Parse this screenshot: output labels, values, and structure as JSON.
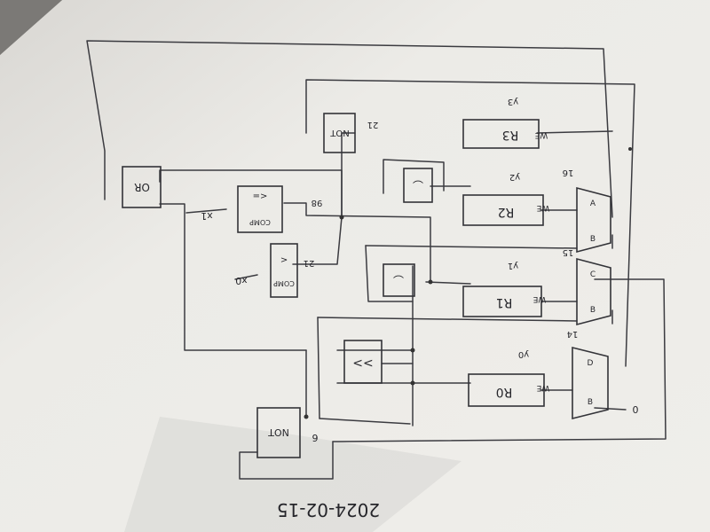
{
  "date": "2024-02-15",
  "labels": {
    "or": "OR",
    "not_top": "NOT",
    "not_top_val": "21",
    "comp1": "COMP",
    "comp1_op": "<=",
    "comp1_val": "98",
    "comp1_out": "x1",
    "comp0": "COMP",
    "comp0_op": "<",
    "comp0_val": "21",
    "comp0_out": "x0",
    "not_bottom": "NOT",
    "not_bottom_val": "6",
    "r3": "R3",
    "r2": "R2",
    "r1": "R1",
    "r0": "R0",
    "we": "WE",
    "y3": "y3",
    "y2": "y2",
    "y1": "y1",
    "y0": "y0",
    "mux_line_16": "16",
    "mux_line_15": "15",
    "mux_line_14": "14",
    "zero_in": "0",
    "sel_a": "A",
    "sel_b": "B",
    "sel_c": "C",
    "sel_d": "D"
  },
  "colors": {
    "paper": "#eeece8",
    "ink": "#3b3b40",
    "shadow": "#7d7b78"
  }
}
